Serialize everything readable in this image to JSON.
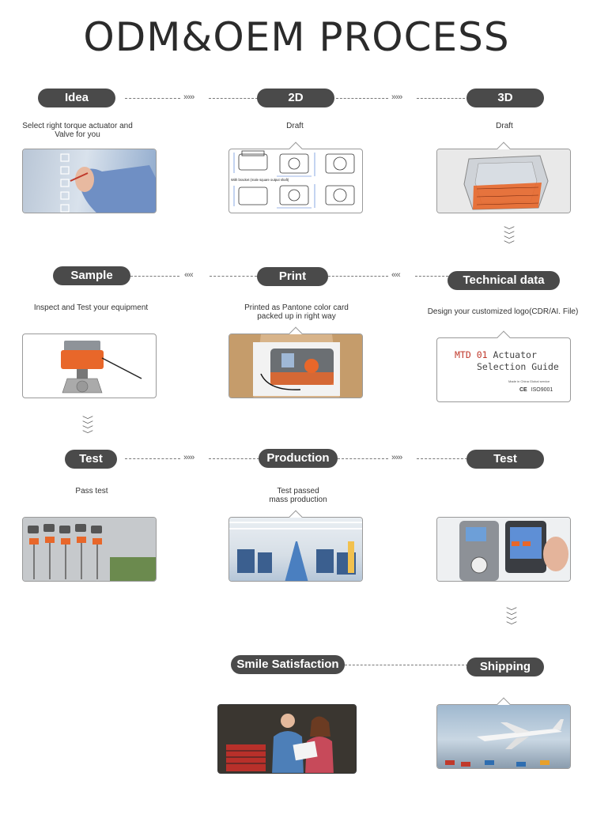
{
  "title": "ODM&OEM PROCESS",
  "steps": {
    "idea": {
      "label": "Idea",
      "caption": "Select right torque actuator and\nValve for you"
    },
    "d2": {
      "label": "2D",
      "caption": "Draft",
      "sketch_text": "With bracket (male square output shaft)"
    },
    "d3": {
      "label": "3D",
      "caption": "Draft"
    },
    "sample": {
      "label": "Sample",
      "caption": "Inspect and Test your equipment"
    },
    "print": {
      "label": "Print",
      "caption": "Printed as Pantone color card\npacked up in right way"
    },
    "technical": {
      "label": "Technical data",
      "caption": "Design your customized logo(CDR/AI. File)",
      "doc_line1": "MTD 01",
      "doc_line1b": "Actuator",
      "doc_line2": "Selection Guide",
      "doc_small": "Made in China  Global service",
      "doc_ce": "CE",
      "doc_iso": "ISO9001"
    },
    "test1": {
      "label": "Test",
      "caption": "Pass test"
    },
    "production": {
      "label": "Production",
      "caption": "Test passed\nmass production"
    },
    "test2": {
      "label": "Test"
    },
    "smile": {
      "label": "Smile Satisfaction"
    },
    "shipping": {
      "label": "Shipping"
    }
  },
  "arrows": {
    "right": "›››››",
    "left": "‹‹‹‹",
    "down": "﹀"
  },
  "colors": {
    "pill": "#4a4a4a",
    "orange": "#e8672a",
    "dashed": "#777777"
  }
}
